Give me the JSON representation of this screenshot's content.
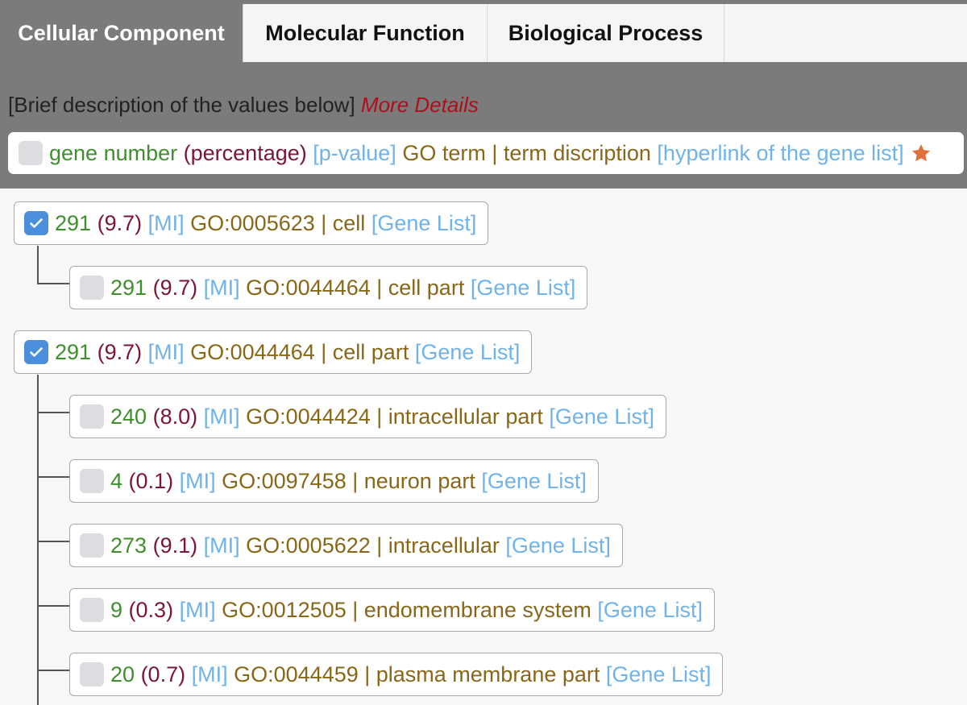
{
  "tabs": [
    {
      "label": "Cellular Component",
      "active": true
    },
    {
      "label": "Molecular Function",
      "active": false
    },
    {
      "label": "Biological Process",
      "active": false
    }
  ],
  "description": {
    "brief": "[Brief description of the values below]",
    "more_details": "More Details"
  },
  "legend": {
    "gene_number": "gene number",
    "percentage": "(percentage)",
    "pvalue": "[p-value]",
    "go_term": "GO term | term discription",
    "hyperlink": "[hyperlink of the gene list]",
    "icon": "star-icon"
  },
  "tree": [
    {
      "count": "291",
      "pct": "(9.7)",
      "pvalue": "[MI]",
      "term": "GO:0005623 | cell",
      "link": "[Gene List]",
      "checked": true,
      "children": [
        {
          "count": "291",
          "pct": "(9.7)",
          "pvalue": "[MI]",
          "term": "GO:0044464 | cell part",
          "link": "[Gene List]",
          "checked": false
        }
      ]
    },
    {
      "count": "291",
      "pct": "(9.7)",
      "pvalue": "[MI]",
      "term": "GO:0044464 | cell part",
      "link": "[Gene List]",
      "checked": true,
      "children": [
        {
          "count": "240",
          "pct": "(8.0)",
          "pvalue": "[MI]",
          "term": "GO:0044424 | intracellular part",
          "link": "[Gene List]",
          "checked": false
        },
        {
          "count": "4",
          "pct": "(0.1)",
          "pvalue": "[MI]",
          "term": "GO:0097458 | neuron part",
          "link": "[Gene List]",
          "checked": false
        },
        {
          "count": "273",
          "pct": "(9.1)",
          "pvalue": "[MI]",
          "term": "GO:0005622 | intracellular",
          "link": "[Gene List]",
          "checked": false
        },
        {
          "count": "9",
          "pct": "(0.3)",
          "pvalue": "[MI]",
          "term": "GO:0012505 | endomembrane system",
          "link": "[Gene List]",
          "checked": false
        },
        {
          "count": "20",
          "pct": "(0.7)",
          "pvalue": "[MI]",
          "term": "GO:0044459 | plasma membrane part",
          "link": "[Gene List]",
          "checked": false
        }
      ]
    }
  ]
}
